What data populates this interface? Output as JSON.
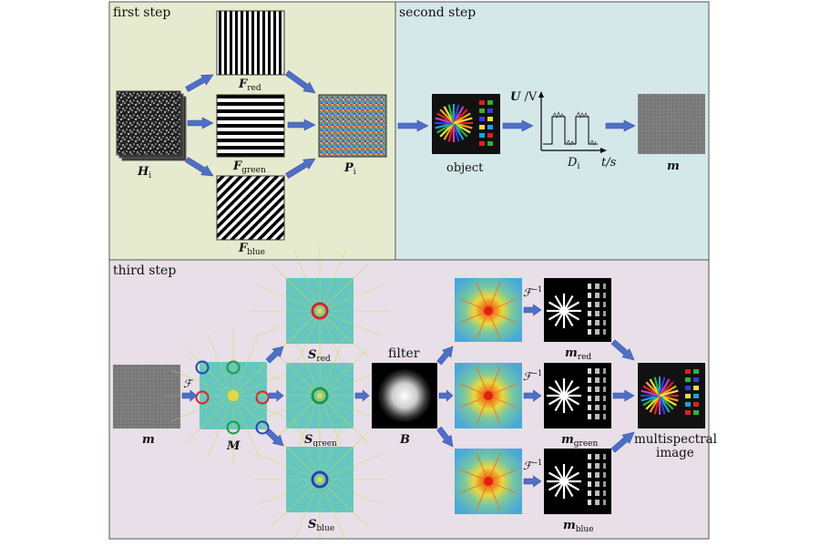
{
  "panels": {
    "first_step": {
      "title": "first step"
    },
    "second_step": {
      "title": "second step"
    },
    "third_step": {
      "title": "third step"
    }
  },
  "labels": {
    "H": "H",
    "H_sub": "i",
    "F": "F",
    "F_red_sub": "red",
    "F_green_sub": "green",
    "F_blue_sub": "blue",
    "P": "P",
    "P_sub": "i",
    "object": "object",
    "U_axis": "U",
    "U_unit": " /V",
    "D": "D",
    "D_sub": "i",
    "t_axis": "t/s",
    "m": "m",
    "M": "M",
    "S": "S",
    "S_red_sub": "red",
    "S_green_sub": "green",
    "S_blue_sub": "blue",
    "filter": "filter",
    "B": "B",
    "m_red_sub": "red",
    "m_green_sub": "green",
    "m_blue_sub": "blue",
    "fourier": "ℱ",
    "fourier_inv": "ℱ",
    "inv_exp": "−1",
    "multispectral_line1": "multispectral",
    "multispectral_line2": "image"
  },
  "colors": {
    "panel1_bg": "#e6ebcf",
    "panel2_bg": "#d5e8e9",
    "panel3_bg": "#e8dfe8",
    "arrow": "#4f6fc6",
    "ring_red": "#e02020",
    "ring_green": "#1e9a3a",
    "ring_blue": "#2446b0",
    "spectrum_bg": "#66c7c0"
  }
}
